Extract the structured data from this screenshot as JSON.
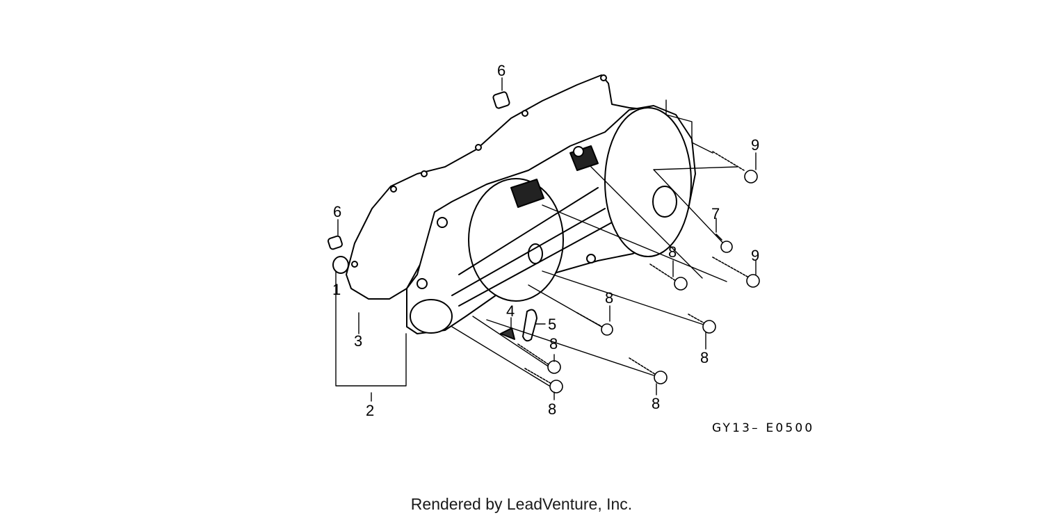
{
  "diagram": {
    "callouts": [
      "1",
      "2",
      "3",
      "4",
      "5",
      "6",
      "6",
      "7",
      "8",
      "8",
      "8",
      "8",
      "8",
      "8",
      "9",
      "9"
    ],
    "code": "GY13– E0500"
  },
  "footer": {
    "credit": "Rendered by LeadVenture, Inc."
  }
}
